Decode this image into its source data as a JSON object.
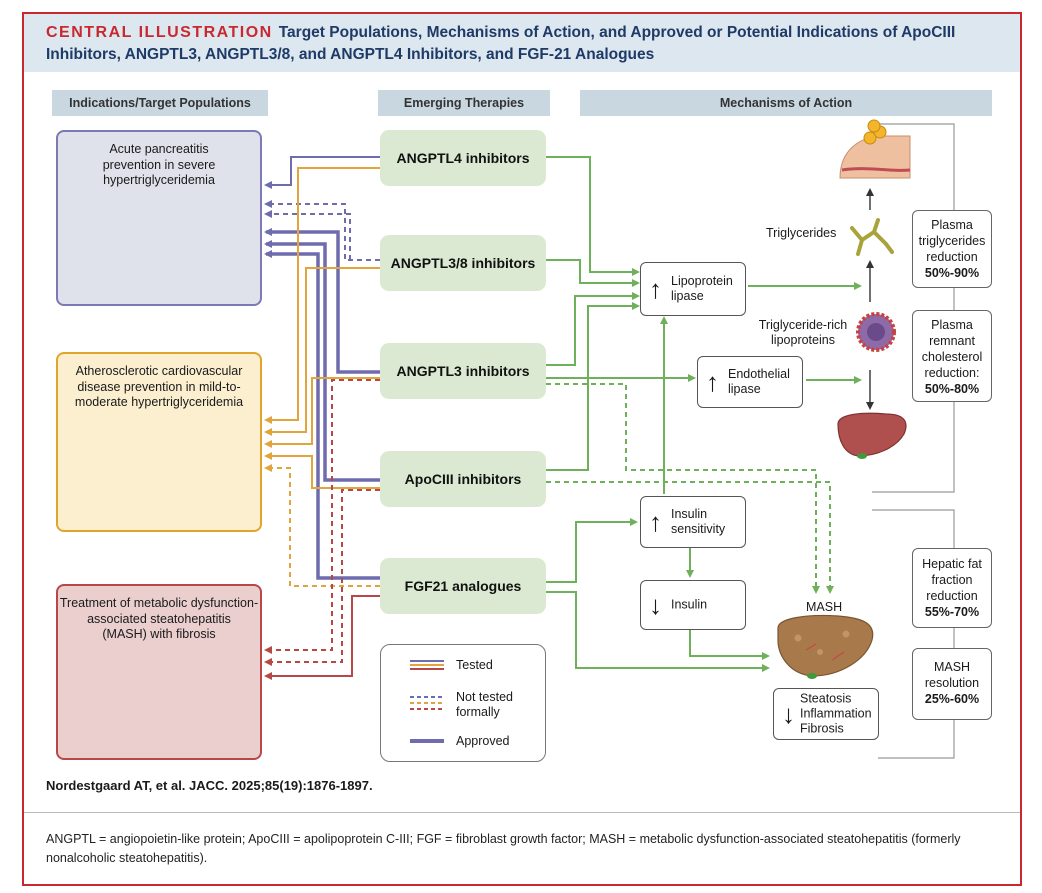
{
  "title": {
    "prefix": "CENTRAL ILLUSTRATION",
    "text": "Target Populations, Mechanisms of Action, and Approved or Potential Indications of ApoCIII Inhibitors, ANGPTL3, ANGPTL3/8, and ANGPTL4 Inhibitors, and FGF-21 Analogues"
  },
  "headers": {
    "indications": "Indications/Target Populations",
    "therapies": "Emerging Therapies",
    "mechanisms": "Mechanisms of Action"
  },
  "indications": [
    {
      "line1": "Acute pancreatitis",
      "line2": "prevention in severe",
      "line3": "hypertriglyceridemia",
      "bg": "#dfe2ea",
      "border": "#7c79b4"
    },
    {
      "line1": "Atherosclerotic cardiovascular",
      "line2": "disease prevention in mild-to-",
      "line3": "moderate hypertriglyceridemia",
      "bg": "#fbefd0",
      "border": "#e1a52b"
    },
    {
      "line1": "Treatment of metabolic dysfunction-",
      "line2": "associated steatohepatitis",
      "line3": "(MASH) with fibrosis",
      "bg": "#ebcfcf",
      "border": "#b84848"
    }
  ],
  "therapies": [
    "ANGPTL4 inhibitors",
    "ANGPTL3/8 inhibitors",
    "ANGPTL3 inhibitors",
    "ApoCIII inhibitors",
    "FGF21 analogues"
  ],
  "mechanisms": {
    "lpl": {
      "direction": "up",
      "line1": "Lipoprotein",
      "line2": "lipase"
    },
    "el": {
      "direction": "up",
      "line1": "Endothelial",
      "line2": "lipase"
    },
    "insulin_sens": {
      "direction": "up",
      "line1": "Insulin",
      "line2": "sensitivity"
    },
    "insulin": {
      "direction": "down",
      "line1": "Insulin"
    },
    "mash_effects": {
      "direction": "down",
      "line1": "Steatosis",
      "line2": "Inflammation",
      "line3": "Fibrosis"
    }
  },
  "labels": {
    "triglycerides": "Triglycerides",
    "trl_line1": "Triglyceride-rich",
    "trl_line2": "lipoproteins",
    "mash": "MASH"
  },
  "results": [
    {
      "l1": "Plasma",
      "l2": "triglycerides",
      "l3": "reduction",
      "value": "50%-90%"
    },
    {
      "l1": "Plasma",
      "l2": "remnant",
      "l3": "cholesterol",
      "l4": "reduction:",
      "value": "50%-80%"
    },
    {
      "l1": "Hepatic fat",
      "l2": "fraction",
      "l3": "reduction",
      "value": "55%-70%"
    },
    {
      "l1": "MASH",
      "l2": "resolution",
      "value": "25%-60%"
    }
  ],
  "legend": {
    "tested": "Tested",
    "not_tested_l1": "Not tested",
    "not_tested_l2": "formally",
    "approved": "Approved"
  },
  "colors": {
    "purple": "#6f6cae",
    "orange": "#e2a43c",
    "red": "#b84848",
    "green": "#6fb15a",
    "brand_red": "#c8282e",
    "title_blue": "#1e3a66"
  },
  "citation": "Nordestgaard AT, et al. JACC. 2025;85(19):1876-1897.",
  "footnote": "ANGPTL = angiopoietin-like protein; ApoCIII = apolipoprotein C-III; FGF = fibroblast growth factor; MASH = metabolic dysfunction-associated steatohepatitis (formerly nonalcoholic steatohepatitis)."
}
